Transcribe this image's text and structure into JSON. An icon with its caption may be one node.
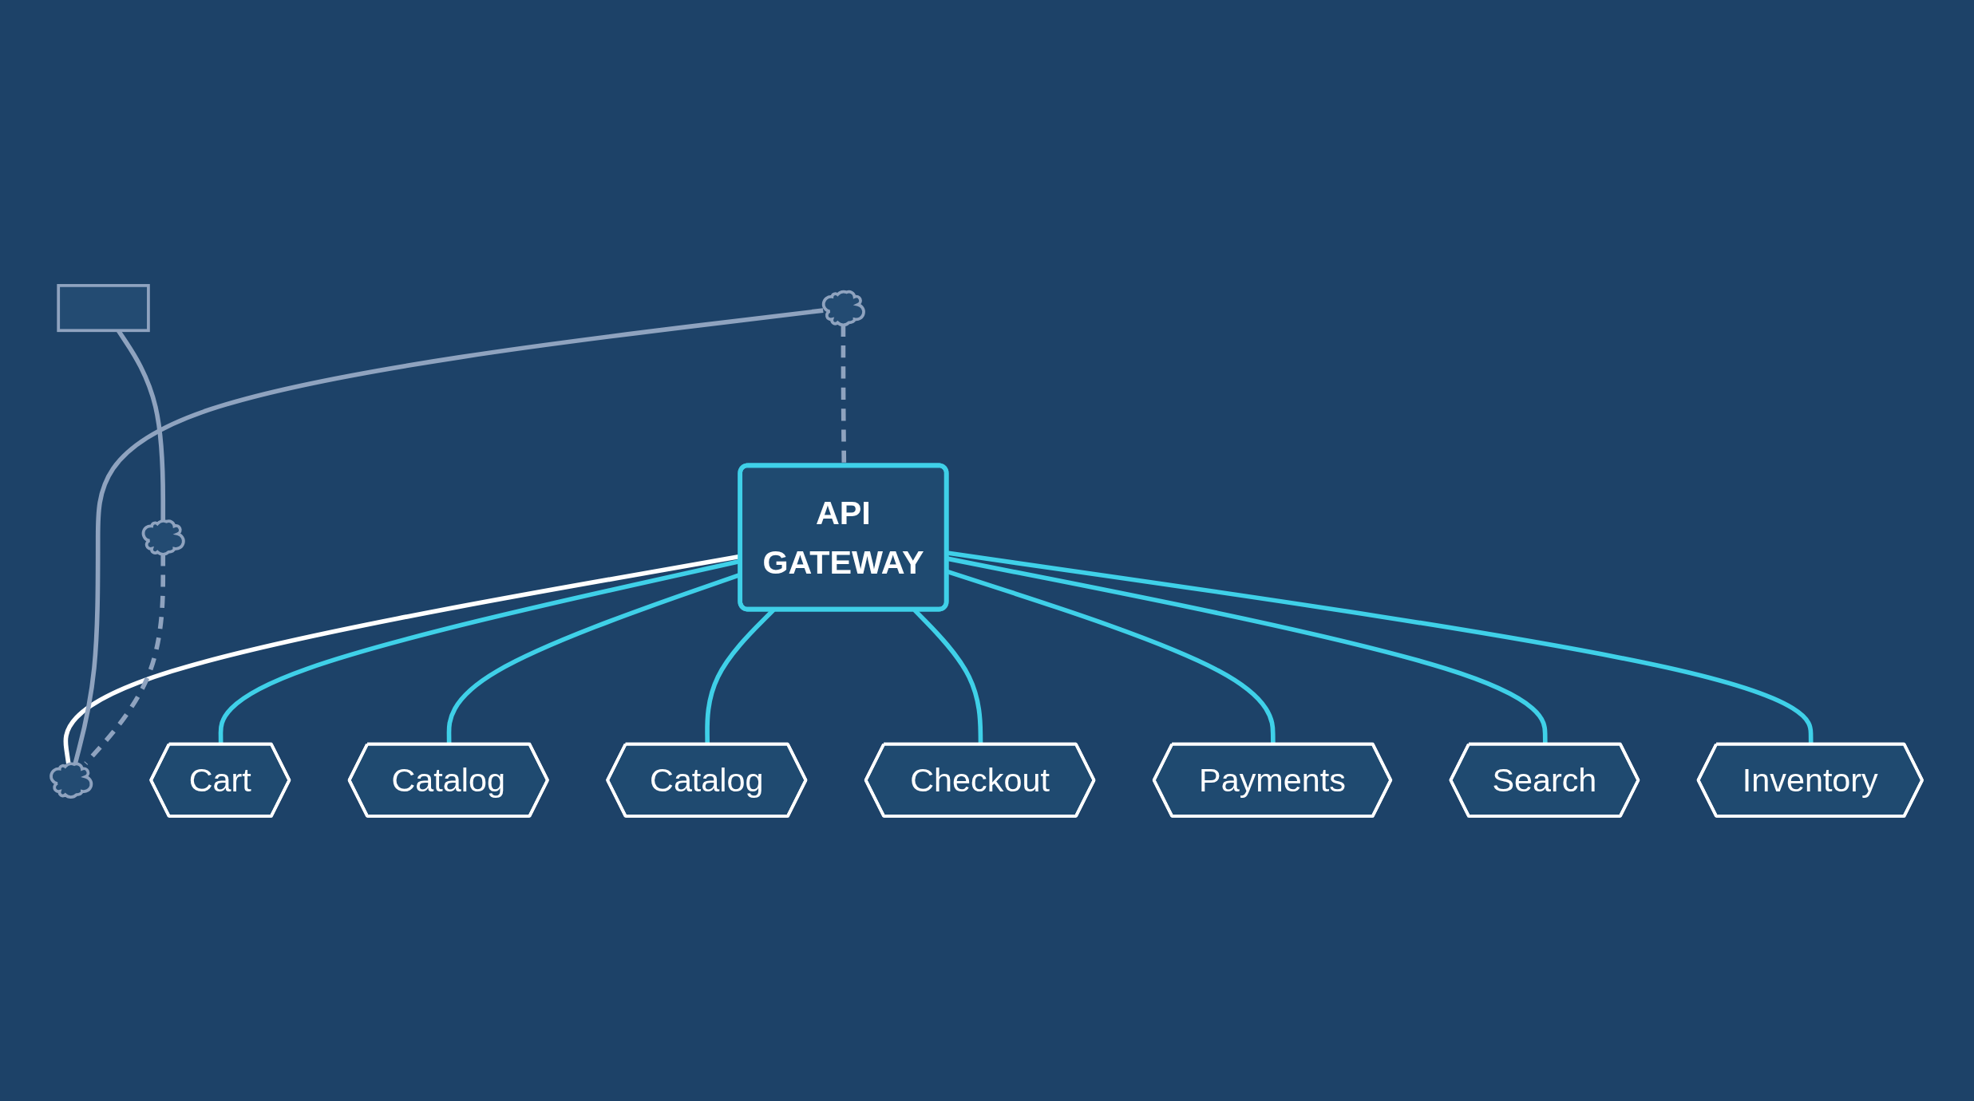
{
  "diagram": {
    "nodes": [
      {
        "text": [
          "Cart"
        ]
      },
      {
        "text": [
          "Catalog"
        ]
      },
      {
        "text": [
          "API",
          "GATEWAY"
        ]
      },
      {
        "text": [
          "Catalog"
        ]
      },
      {
        "text": [
          "Inventory"
        ]
      },
      {
        "text": [
          "Checkout"
        ]
      },
      {
        "text": [
          "Payments"
        ]
      },
      {
        "text": [
          "Search"
        ]
      },
      {
        "text": [],
        "shape": "cloud"
      },
      {
        "text": [],
        "shape": "cloud"
      },
      {
        "text": [],
        "shape": "box"
      },
      {
        "text": [],
        "shape": "cloud"
      }
    ],
    "edges": [
      {
        "from": 2,
        "to": 0,
        "arrow": "none"
      },
      {
        "from": 2,
        "to": 1,
        "arrow": "none"
      },
      {
        "from": 2,
        "to": 3,
        "arrow": "none"
      },
      {
        "from": 2,
        "to": 5,
        "arrow": "none"
      },
      {
        "from": 2,
        "to": 6,
        "arrow": "none"
      },
      {
        "from": 2,
        "to": 7,
        "arrow": "none"
      },
      {
        "from": 2,
        "to": 4,
        "arrow": "none"
      },
      {
        "from": 2,
        "to": 9,
        "arrow": "none",
        "color": "#ffffff"
      },
      {
        "from": 8,
        "to": 9,
        "arrow": "none",
        "color": "#8fa3bf"
      },
      {
        "from": 8,
        "to": 2,
        "arrow": "none",
        "style": "dashed",
        "color": "#8fa3bf"
      },
      {
        "from": 11,
        "to": 9,
        "arrow": "none",
        "style": "dashed",
        "color": "#8fa3bf"
      },
      {
        "from": 10,
        "to": 11,
        "arrow": "none",
        "color": "#8fa3bf"
      }
    ]
  }
}
